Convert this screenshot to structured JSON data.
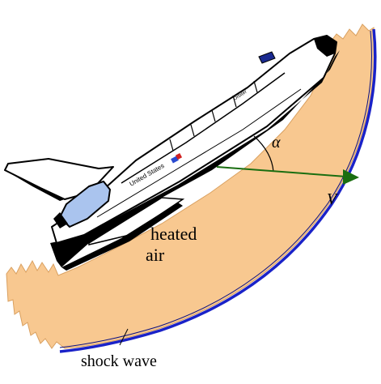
{
  "labels": {
    "heated_air_line1": "heated",
    "heated_air_line2": "air",
    "shock_wave": "shock wave",
    "alpha": "α",
    "velocity": "V"
  },
  "shuttle": {
    "text_country": "United States",
    "text_orbiter": "Orbiter"
  },
  "colors": {
    "heated_air": "#f8c890",
    "shock_wave": "#1a22c8",
    "shuttle_body": "#ffffff",
    "shuttle_underside": "#000000",
    "velocity_arrow": "#1a6e10",
    "engine_pod": "#aac4ee"
  }
}
